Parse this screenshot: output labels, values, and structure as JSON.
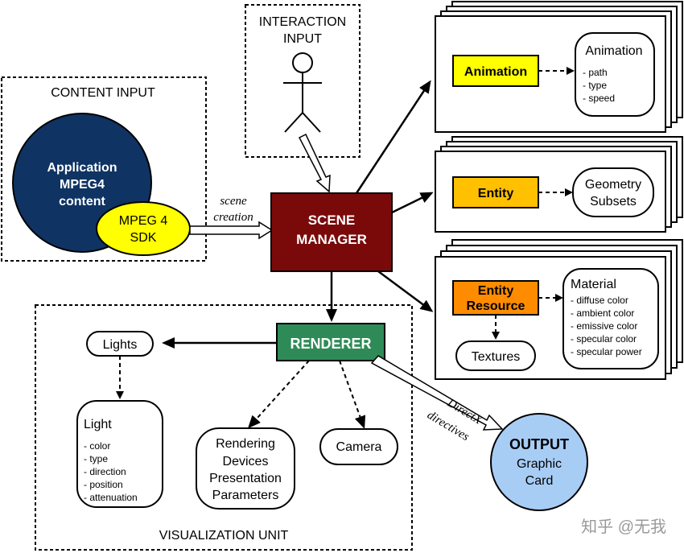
{
  "content_input": {
    "title": "CONTENT INPUT",
    "application_lines": [
      "Application",
      "MPEG4",
      "content"
    ],
    "sdk_lines": [
      "MPEG 4",
      "SDK"
    ]
  },
  "interaction_input": {
    "title_lines": [
      "INTERACTION",
      "INPUT"
    ]
  },
  "scene_creation_lines": [
    "scene",
    "creation"
  ],
  "scene_manager_lines": [
    "SCENE",
    "MANAGER"
  ],
  "animation": {
    "box_label": "Animation",
    "detail_title": "Animation",
    "detail_items": [
      "- path",
      "- type",
      "- speed"
    ]
  },
  "entity": {
    "box_label": "Entity",
    "detail_lines": [
      "Geometry",
      "Subsets"
    ]
  },
  "entity_resource": {
    "box_lines": [
      "Entity",
      "Resource"
    ],
    "textures_label": "Textures",
    "material_title": "Material",
    "material_items": [
      "- diffuse color",
      "- ambient color",
      "- emissive color",
      "- specular color",
      "- specular power"
    ]
  },
  "renderer": {
    "label": "RENDERER"
  },
  "visualization": {
    "title": "VISUALIZATION UNIT",
    "lights_label": "Lights",
    "light_title": "Light",
    "light_items": [
      "- color",
      "- type",
      "- direction",
      "- position",
      "- attenuation"
    ],
    "rendering_lines": [
      "Rendering",
      "Devices",
      "Presentation",
      "Parameters"
    ],
    "camera_label": "Camera"
  },
  "directx_lines": [
    "DirectX",
    "directives"
  ],
  "output": {
    "title": "OUTPUT",
    "lines": [
      "Graphic",
      "Card"
    ]
  },
  "watermark": "知乎 @无我",
  "colors": {
    "application_circle": "#0f3363",
    "sdk_ellipse": "#ffff00",
    "scene_manager": "#7a0a0a",
    "renderer": "#2e8b57",
    "animation": "#ffff00",
    "entity": "#ffc000",
    "entity_resource": "#ff8c00",
    "output_circle": "#a8cdf5"
  }
}
